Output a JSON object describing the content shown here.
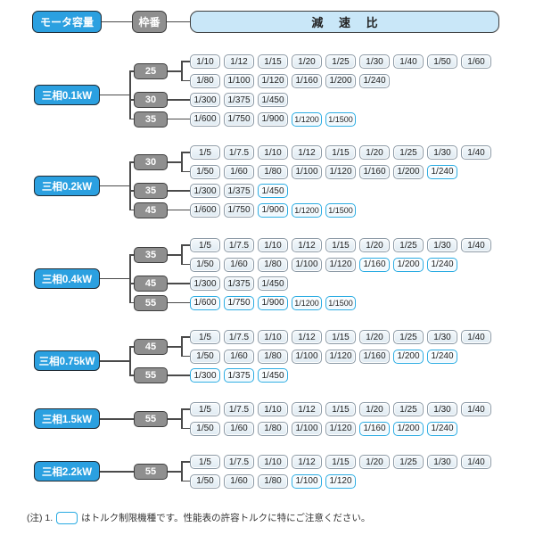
{
  "header": {
    "motor_capacity": "モータ容量",
    "frame_number": "枠番",
    "reduction_ratio": "減 速 比"
  },
  "note": {
    "prefix": "(注) 1.",
    "text": "はトルク制限機種です。性能表の許容トルクに特にご注意ください。"
  },
  "colors": {
    "motor_fill": "#2ba0e0",
    "frame_fill": "#8f8f8f",
    "ratio_header_fill": "#c9e7f8",
    "ratio_border": "#8c9aa6",
    "torque_limited_border": "#29abe2",
    "line": "#4a4a4a"
  },
  "groups": [
    {
      "motor": "三相0.1kW",
      "frames": [
        {
          "label": "25",
          "rows": [
            [
              {
                "ratio": "1/10"
              },
              {
                "ratio": "1/12"
              },
              {
                "ratio": "1/15"
              },
              {
                "ratio": "1/20"
              },
              {
                "ratio": "1/25"
              },
              {
                "ratio": "1/30"
              },
              {
                "ratio": "1/40"
              },
              {
                "ratio": "1/50"
              },
              {
                "ratio": "1/60"
              }
            ],
            [
              {
                "ratio": "1/80"
              },
              {
                "ratio": "1/100"
              },
              {
                "ratio": "1/120"
              },
              {
                "ratio": "1/160"
              },
              {
                "ratio": "1/200"
              },
              {
                "ratio": "1/240"
              }
            ]
          ]
        },
        {
          "label": "30",
          "rows": [
            [
              {
                "ratio": "1/300"
              },
              {
                "ratio": "1/375"
              },
              {
                "ratio": "1/450"
              }
            ]
          ]
        },
        {
          "label": "35",
          "rows": [
            [
              {
                "ratio": "1/600"
              },
              {
                "ratio": "1/750"
              },
              {
                "ratio": "1/900"
              },
              {
                "ratio": "1/1200",
                "torque_limited": true
              },
              {
                "ratio": "1/1500",
                "torque_limited": true
              }
            ]
          ]
        }
      ]
    },
    {
      "motor": "三相0.2kW",
      "frames": [
        {
          "label": "30",
          "rows": [
            [
              {
                "ratio": "1/5"
              },
              {
                "ratio": "1/7.5"
              },
              {
                "ratio": "1/10"
              },
              {
                "ratio": "1/12"
              },
              {
                "ratio": "1/15"
              },
              {
                "ratio": "1/20"
              },
              {
                "ratio": "1/25"
              },
              {
                "ratio": "1/30"
              },
              {
                "ratio": "1/40"
              }
            ],
            [
              {
                "ratio": "1/50"
              },
              {
                "ratio": "1/60"
              },
              {
                "ratio": "1/80"
              },
              {
                "ratio": "1/100"
              },
              {
                "ratio": "1/120"
              },
              {
                "ratio": "1/160"
              },
              {
                "ratio": "1/200"
              },
              {
                "ratio": "1/240",
                "torque_limited": true
              }
            ]
          ]
        },
        {
          "label": "35",
          "rows": [
            [
              {
                "ratio": "1/300"
              },
              {
                "ratio": "1/375"
              },
              {
                "ratio": "1/450",
                "torque_limited": true
              }
            ]
          ]
        },
        {
          "label": "45",
          "rows": [
            [
              {
                "ratio": "1/600"
              },
              {
                "ratio": "1/750"
              },
              {
                "ratio": "1/900",
                "torque_limited": true
              },
              {
                "ratio": "1/1200",
                "torque_limited": true
              },
              {
                "ratio": "1/1500",
                "torque_limited": true
              }
            ]
          ]
        }
      ]
    },
    {
      "motor": "三相0.4kW",
      "frames": [
        {
          "label": "35",
          "rows": [
            [
              {
                "ratio": "1/5"
              },
              {
                "ratio": "1/7.5"
              },
              {
                "ratio": "1/10"
              },
              {
                "ratio": "1/12"
              },
              {
                "ratio": "1/15"
              },
              {
                "ratio": "1/20"
              },
              {
                "ratio": "1/25"
              },
              {
                "ratio": "1/30"
              },
              {
                "ratio": "1/40"
              }
            ],
            [
              {
                "ratio": "1/50"
              },
              {
                "ratio": "1/60"
              },
              {
                "ratio": "1/80"
              },
              {
                "ratio": "1/100"
              },
              {
                "ratio": "1/120"
              },
              {
                "ratio": "1/160",
                "torque_limited": true
              },
              {
                "ratio": "1/200",
                "torque_limited": true
              },
              {
                "ratio": "1/240",
                "torque_limited": true
              }
            ]
          ]
        },
        {
          "label": "45",
          "rows": [
            [
              {
                "ratio": "1/300"
              },
              {
                "ratio": "1/375"
              },
              {
                "ratio": "1/450"
              }
            ]
          ]
        },
        {
          "label": "55",
          "rows": [
            [
              {
                "ratio": "1/600",
                "torque_limited": true
              },
              {
                "ratio": "1/750",
                "torque_limited": true
              },
              {
                "ratio": "1/900",
                "torque_limited": true
              },
              {
                "ratio": "1/1200",
                "torque_limited": true
              },
              {
                "ratio": "1/1500",
                "torque_limited": true
              }
            ]
          ]
        }
      ]
    },
    {
      "motor": "三相0.75kW",
      "frames": [
        {
          "label": "45",
          "rows": [
            [
              {
                "ratio": "1/5"
              },
              {
                "ratio": "1/7.5"
              },
              {
                "ratio": "1/10"
              },
              {
                "ratio": "1/12"
              },
              {
                "ratio": "1/15"
              },
              {
                "ratio": "1/20"
              },
              {
                "ratio": "1/25"
              },
              {
                "ratio": "1/30"
              },
              {
                "ratio": "1/40"
              }
            ],
            [
              {
                "ratio": "1/50"
              },
              {
                "ratio": "1/60"
              },
              {
                "ratio": "1/80"
              },
              {
                "ratio": "1/100"
              },
              {
                "ratio": "1/120"
              },
              {
                "ratio": "1/160"
              },
              {
                "ratio": "1/200",
                "torque_limited": true
              },
              {
                "ratio": "1/240",
                "torque_limited": true
              }
            ]
          ]
        },
        {
          "label": "55",
          "rows": [
            [
              {
                "ratio": "1/300",
                "torque_limited": true
              },
              {
                "ratio": "1/375",
                "torque_limited": true
              },
              {
                "ratio": "1/450",
                "torque_limited": true
              }
            ]
          ]
        }
      ]
    },
    {
      "motor": "三相1.5kW",
      "frames": [
        {
          "label": "55",
          "rows": [
            [
              {
                "ratio": "1/5"
              },
              {
                "ratio": "1/7.5"
              },
              {
                "ratio": "1/10"
              },
              {
                "ratio": "1/12"
              },
              {
                "ratio": "1/15"
              },
              {
                "ratio": "1/20"
              },
              {
                "ratio": "1/25"
              },
              {
                "ratio": "1/30"
              },
              {
                "ratio": "1/40"
              }
            ],
            [
              {
                "ratio": "1/50"
              },
              {
                "ratio": "1/60"
              },
              {
                "ratio": "1/80"
              },
              {
                "ratio": "1/100"
              },
              {
                "ratio": "1/120"
              },
              {
                "ratio": "1/160",
                "torque_limited": true
              },
              {
                "ratio": "1/200",
                "torque_limited": true
              },
              {
                "ratio": "1/240",
                "torque_limited": true
              }
            ]
          ]
        }
      ]
    },
    {
      "motor": "三相2.2kW",
      "frames": [
        {
          "label": "55",
          "rows": [
            [
              {
                "ratio": "1/5"
              },
              {
                "ratio": "1/7.5"
              },
              {
                "ratio": "1/10"
              },
              {
                "ratio": "1/12"
              },
              {
                "ratio": "1/15"
              },
              {
                "ratio": "1/20"
              },
              {
                "ratio": "1/25"
              },
              {
                "ratio": "1/30"
              },
              {
                "ratio": "1/40"
              }
            ],
            [
              {
                "ratio": "1/50"
              },
              {
                "ratio": "1/60"
              },
              {
                "ratio": "1/80"
              },
              {
                "ratio": "1/100",
                "torque_limited": true
              },
              {
                "ratio": "1/120",
                "torque_limited": true
              }
            ]
          ]
        }
      ]
    }
  ]
}
